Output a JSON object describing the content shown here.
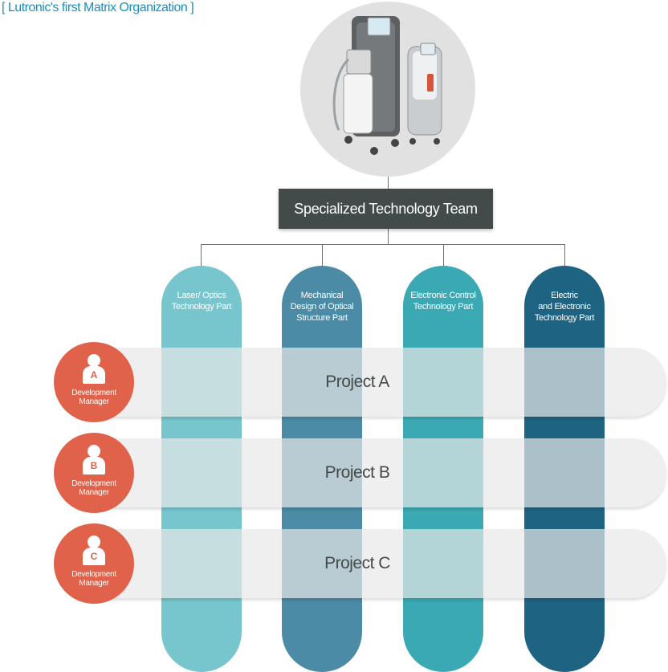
{
  "title": "[ Lutronic's first Matrix Organization ]",
  "team": {
    "label": "Specialized Technology Team",
    "image": "medical-laser-devices"
  },
  "columns": [
    {
      "label": "Laser/ Optics\nTechnology Part",
      "color": "#77c5cd"
    },
    {
      "label": "Mechanical\nDesign of Optical\nStructure Part",
      "color": "#4b8ba5"
    },
    {
      "label": "Electronic Control\nTechnology Part",
      "color": "#3ba9b3"
    },
    {
      "label": "Electric\nand Electronic\nTechnology  Part",
      "color": "#1e6381"
    }
  ],
  "projects": [
    {
      "label": "Project A",
      "badge": "A",
      "role": "Development\nManager"
    },
    {
      "label": "Project B",
      "badge": "B",
      "role": "Development\nManager"
    },
    {
      "label": "Project C",
      "badge": "C",
      "role": "Development\nManager"
    }
  ],
  "colors": {
    "manager": "#e0624a",
    "team_box": "#434b4a",
    "title": "#1a8fbe"
  }
}
